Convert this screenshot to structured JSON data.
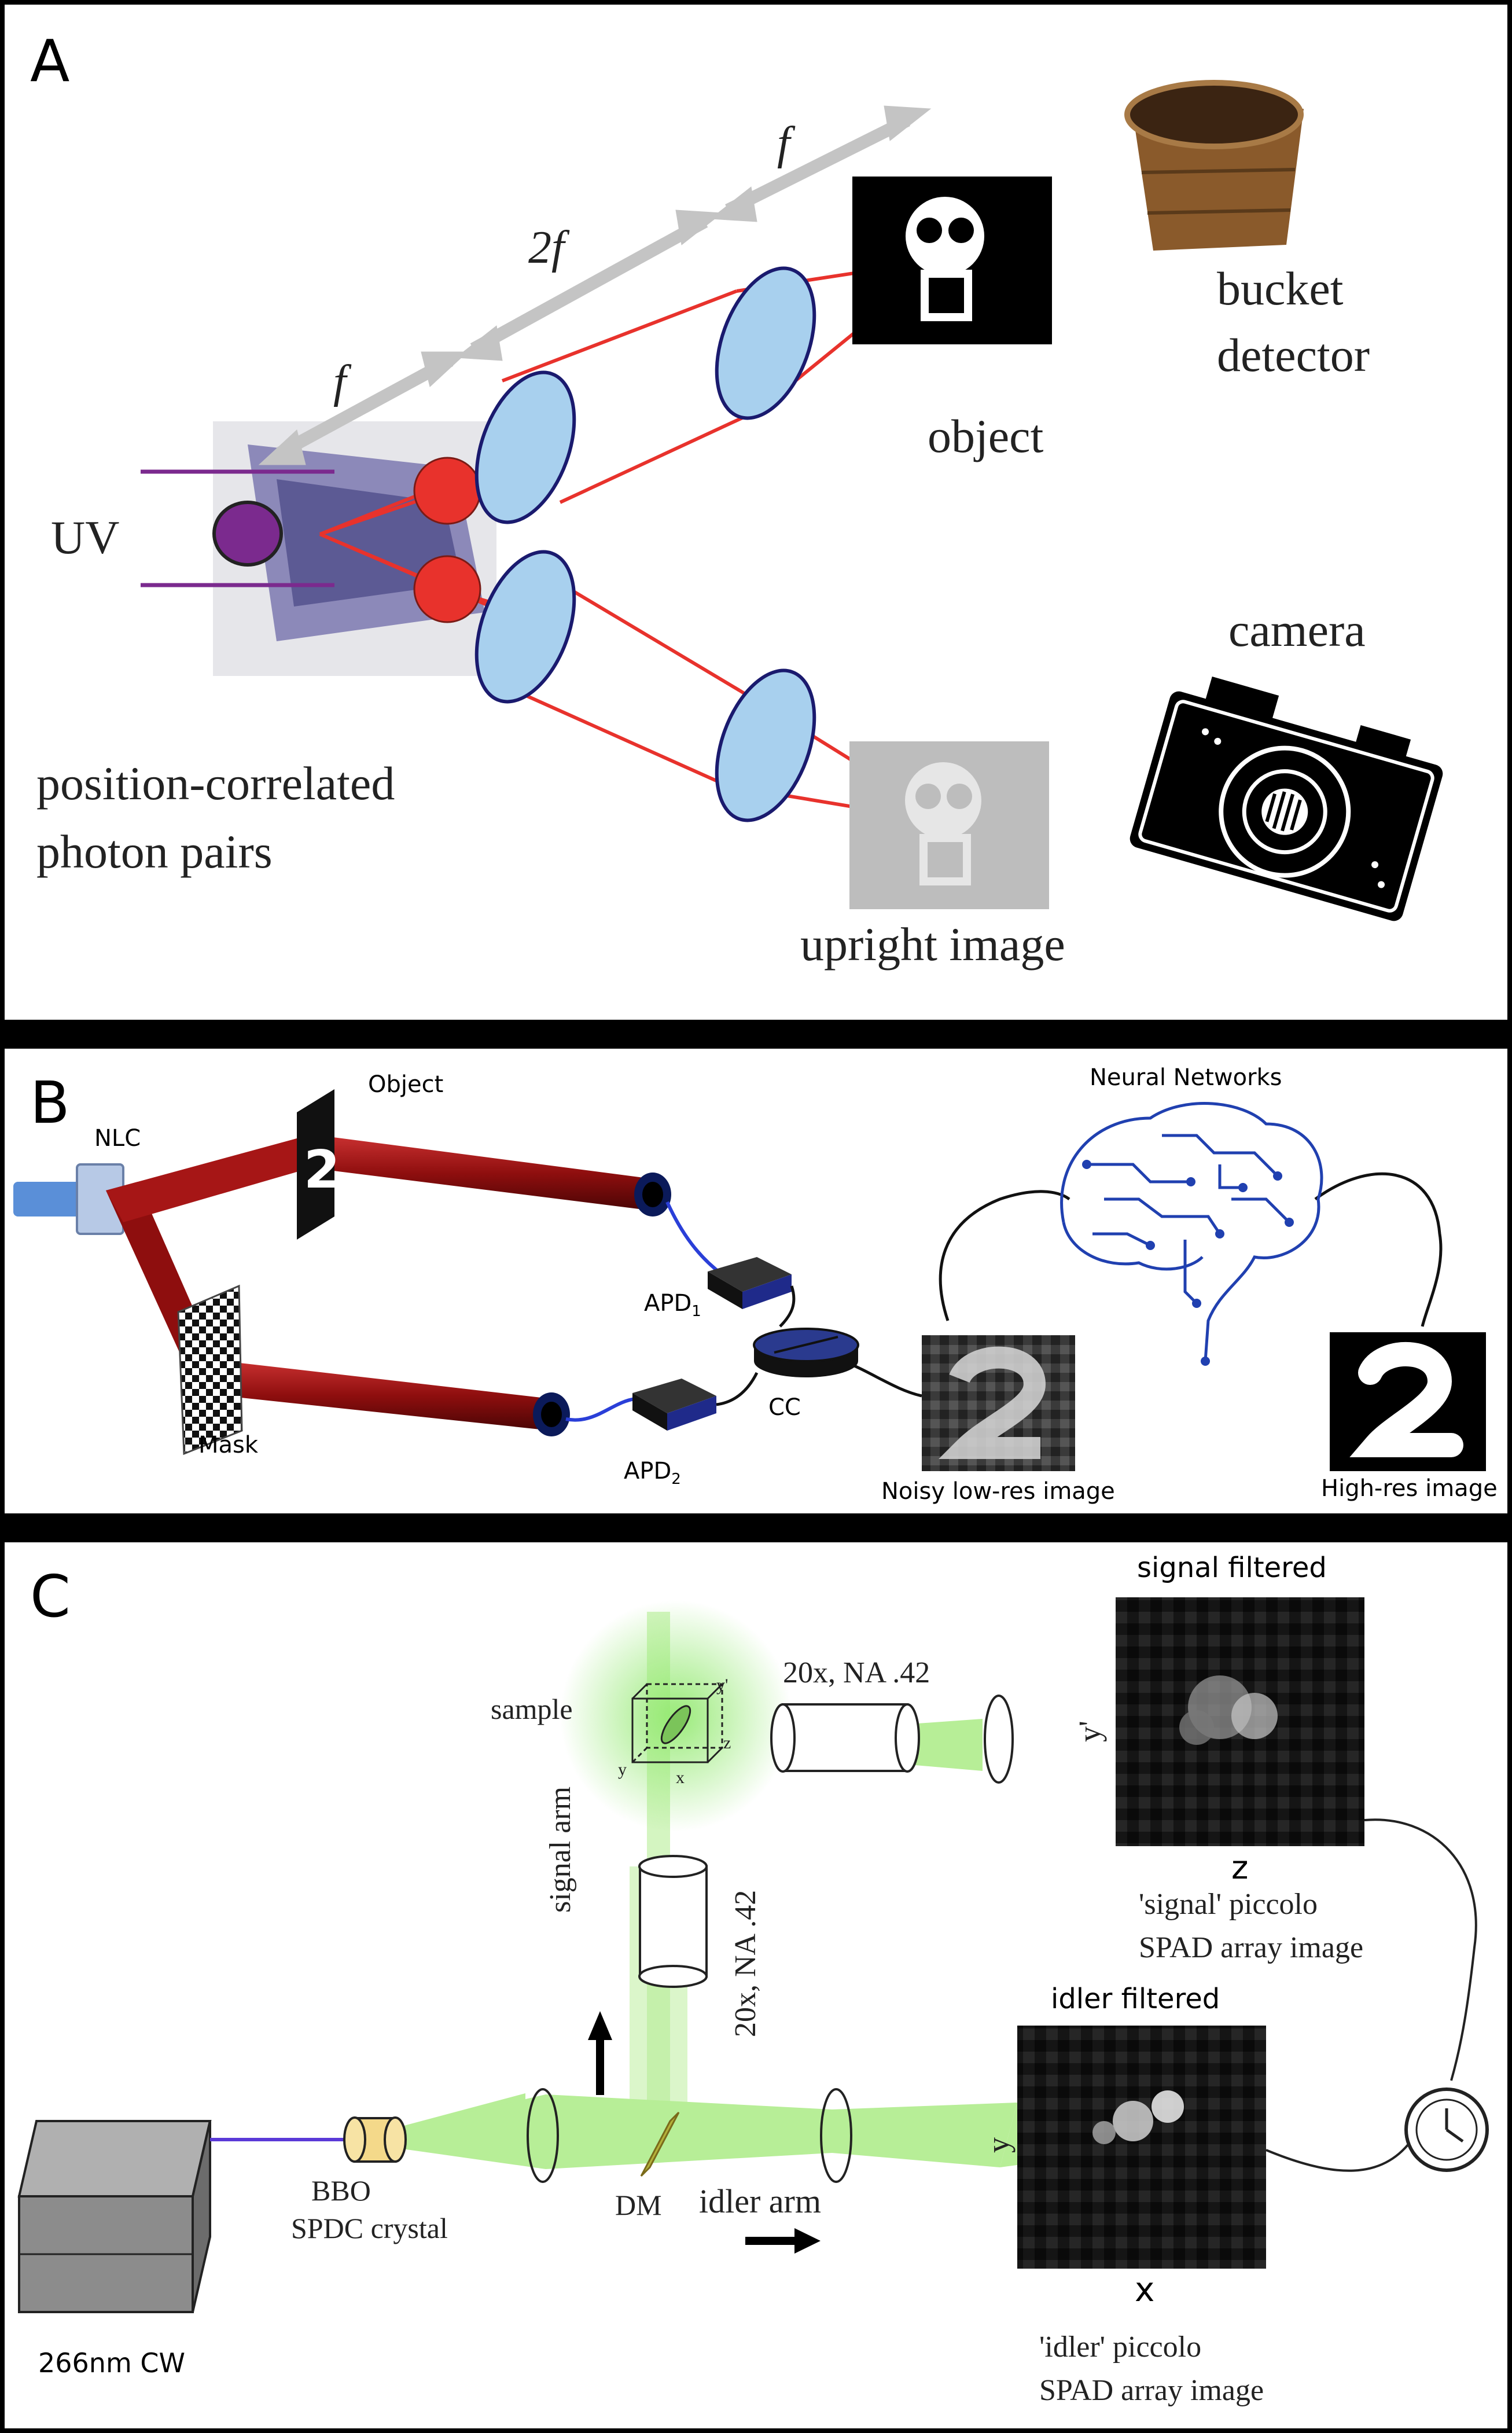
{
  "panel_a": {
    "letter": "A",
    "labels": {
      "uv": "UV",
      "f_left": "f",
      "two_f": "2f",
      "f_right": "f",
      "object": "object",
      "bucket_detector_line1": "bucket",
      "bucket_detector_line2": "detector",
      "camera": "camera",
      "pairs_line1": "position-correlated",
      "pairs_line2": "photon pairs",
      "upright_image": "upright image"
    }
  },
  "panel_b": {
    "letter": "B",
    "labels": {
      "nlc": "NLC",
      "object": "Object",
      "mask": "Mask",
      "apd1_base": "APD",
      "apd1_sub": "1",
      "apd2_base": "APD",
      "apd2_sub": "2",
      "cc": "CC",
      "neural_networks": "Neural Networks",
      "noisy_image": "Noisy low-res image",
      "high_res_image": "High-res image",
      "digit": "2"
    }
  },
  "panel_c": {
    "letter": "C",
    "labels": {
      "signal_filtered": "signal filtered",
      "objective_top": "20x, NA .42",
      "objective_vertical": "20x, NA .42",
      "sample": "sample",
      "signal_arm": "signal arm",
      "y_prime": "y'",
      "z_axis": "z",
      "signal_caption_line1": "'signal' piccolo",
      "signal_caption_line2": "SPAD array image",
      "idler_filtered": "idler filtered",
      "laser": "266nm CW",
      "bbo_line1": "BBO",
      "bbo_line2": "SPDC crystal",
      "dm": "DM",
      "idler_arm": "idler arm",
      "y_axis": "y",
      "x_axis": "x",
      "idler_caption_line1": "'idler' piccolo",
      "idler_caption_line2": "SPAD array image",
      "cube_y_prime": "y'",
      "cube_z": "z",
      "cube_y": "y",
      "cube_x": "x"
    }
  },
  "colors": {
    "beam_red": "#e8322c",
    "lens_blue": "#a8d0ee",
    "arrow_gray": "#c4c4c4",
    "beam_dark_red": "#8e0e0e",
    "beam_green": "#9fe874",
    "wire_blue": "#2a3fd8",
    "uv_purple": "#7b2a8e"
  }
}
